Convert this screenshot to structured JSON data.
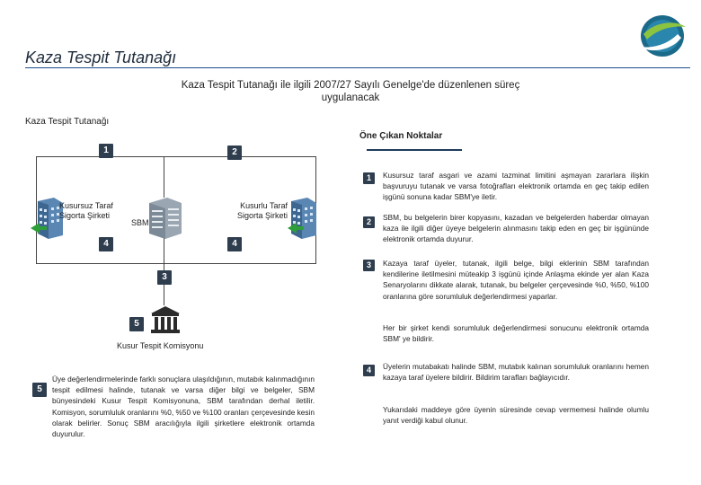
{
  "header": {
    "title": "Kaza Tespit Tutanağı",
    "subtitle_line1": "Kaza Tespit Tutanağı ile ilgili 2007/27 Sayılı Genelge'de düzenlenen süreç",
    "subtitle_line2": "uygulanacak"
  },
  "diagram": {
    "section_label": "Kaza Tespit Tutanağı",
    "nodes": {
      "kusursuz_line1": "Kusursuz Taraf",
      "kusursuz_line2": "Sigorta Şirketi",
      "kusurlu_line1": "Kusurlu Taraf",
      "kusurlu_line2": "Sigorta Şirketi",
      "sbm": "SBM",
      "komisyon": "Kusur Tespit Komisyonu"
    },
    "steps": {
      "s1": "1",
      "s2": "2",
      "s3": "3",
      "s4a": "4",
      "s4b": "4",
      "s5": "5"
    },
    "step5_number": "5",
    "step5_text": "Üye değerlendirmelerinde farklı sonuçlara ulaşıldığının, mutabık kalınmadığının tespit edilmesi halinde, tutanak ve varsa diğer bilgi ve belgeler, SBM bünyesindeki Kusur Tespit Komisyonuna, SBM tarafından derhal iletilir. Komisyon, sorumluluk oranlarını %0, %50 ve %100 oranları çerçevesinde kesin olarak belirler. Sonuç SBM aracılığıyla ilgili şirketlere elektronik ortamda duyurulur."
  },
  "panel": {
    "heading": "Öne Çıkan Noktalar",
    "points": [
      {
        "num": "1",
        "text": "Kusursuz taraf asgari ve azami tazminat limitini aşmayan zararlara ilişkin başvuruyu tutanak ve varsa fotoğrafları elektronik ortamda en geç takip edilen işgünü sonuna kadar SBM'ye iletir."
      },
      {
        "num": "2",
        "text": "SBM, bu belgelerin birer kopyasını, kazadan ve belgelerden haberdar olmayan kaza ile ilgili diğer üyeye belgelerin alınmasını takip eden en geç bir işgününde elektronik ortamda duyurur."
      },
      {
        "num": "3",
        "text": "Kazaya taraf üyeler, tutanak, ilgili belge, bilgi eklerinin SBM tarafından kendilerine iletilmesini müteakip 3 işgünü içinde Anlaşma ekinde yer alan Kaza Senaryolarını dikkate alarak, tutanak, bu belgeler çerçevesinde %0, %50, %100 oranlarına göre sorumluluk değerlendirmesi yaparlar.",
        "extra": "Her bir şirket kendi sorumluluk değerlendirmesi sonucunu elektronik ortamda SBM' ye bildirir."
      },
      {
        "num": "4",
        "text": "Üyelerin mutabakatı halinde SBM, mutabık kalınan sorumluluk oranlarını hemen kazaya taraf üyelere bildirir. Bildirim tarafları bağlayıcıdır.",
        "extra": "Yukarıdaki maddeye göre üyenin süresinde cevap vermemesi halinde olumlu yanıt verdiği kabul olunur."
      }
    ]
  },
  "colors": {
    "accent": "#1f4e8c",
    "badge": "#2f3e4e",
    "building": "#4a6f96",
    "arrow": "#2e9e3a"
  },
  "icons": [
    "company-logo",
    "office-building-icon",
    "sbm-building-icon",
    "court-building-icon"
  ]
}
